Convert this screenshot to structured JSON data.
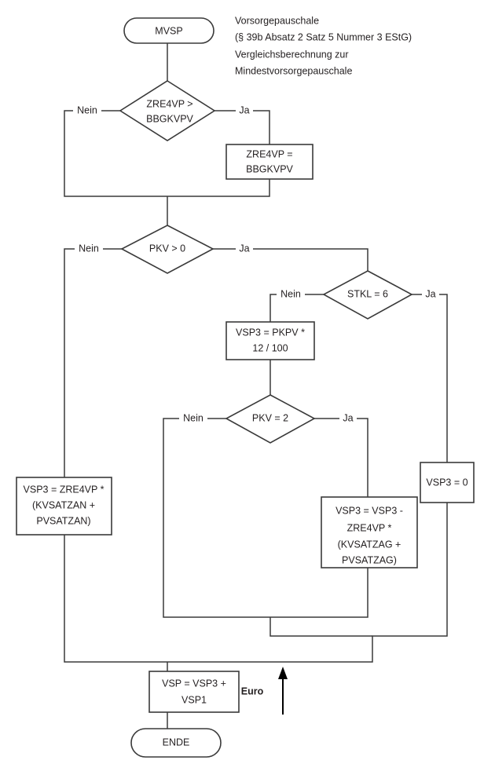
{
  "diagram": {
    "title_block": {
      "lines": [
        "Vorsorgepauschale",
        "(§ 39b Absatz 2 Satz 5 Nummer 3 EStG)",
        "Vergleichsberechnung zur",
        "Mindestvorsorgepauschale"
      ]
    },
    "colors": {
      "stroke": "#3a3a3a",
      "text": "#231f20",
      "background": "#ffffff",
      "arrow": "#000000"
    },
    "nodes": {
      "start": {
        "type": "terminal",
        "label": "MVSP"
      },
      "end": {
        "type": "terminal",
        "label": "ENDE"
      },
      "dec_zre4vp": {
        "type": "decision",
        "lines": [
          "ZRE4VP >",
          "BBGKVPV"
        ]
      },
      "proc_zre4vp_cap": {
        "type": "process",
        "lines": [
          "ZRE4VP =",
          "BBGKVPV"
        ]
      },
      "dec_pkv_gt0": {
        "type": "decision",
        "lines": [
          "PKV > 0"
        ]
      },
      "dec_stkl6": {
        "type": "decision",
        "lines": [
          "STKL = 6"
        ]
      },
      "proc_vsp3_pkpv": {
        "type": "process",
        "lines": [
          "VSP3 = PKPV *",
          "12 / 100"
        ]
      },
      "dec_pkv_eq2": {
        "type": "decision",
        "lines": [
          "PKV = 2"
        ]
      },
      "proc_vsp3_zero": {
        "type": "process",
        "lines": [
          "VSP3 = 0"
        ]
      },
      "proc_vsp3_an": {
        "type": "process",
        "lines": [
          "VSP3 = ZRE4VP *",
          "(KVSATZAN +",
          "PVSATZAN)"
        ]
      },
      "proc_vsp3_ag": {
        "type": "process",
        "lines": [
          "VSP3 = VSP3 -",
          "ZRE4VP *",
          "(KVSATZAG +",
          "PVSATZAG)"
        ]
      },
      "proc_vsp_sum": {
        "type": "process",
        "lines": [
          "VSP = VSP3 +",
          "VSP1"
        ]
      }
    },
    "branch_labels": {
      "zre4vp_no": "Nein",
      "zre4vp_yes": "Ja",
      "pkv_gt0_no": "Nein",
      "pkv_gt0_yes": "Ja",
      "stkl6_no": "Nein",
      "stkl6_yes": "Ja",
      "pkv_eq2_no": "Nein",
      "pkv_eq2_yes": "Ja"
    },
    "annotations": {
      "euro": "Euro"
    }
  }
}
